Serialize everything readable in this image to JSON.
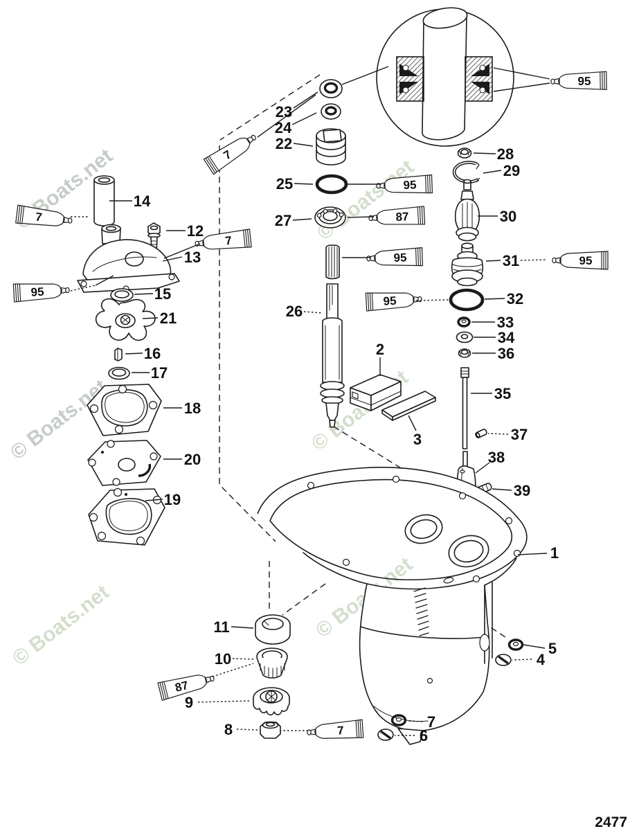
{
  "diagram": {
    "watermark_text": "© Boats.net",
    "page_number": "2477",
    "part_labels": {
      "p1": "1",
      "p2": "2",
      "p3": "3",
      "p4": "4",
      "p5": "5",
      "p6": "6",
      "p7": "7",
      "p8": "8",
      "p9": "9",
      "p10": "10",
      "p11": "11",
      "p12": "12",
      "p13": "13",
      "p14": "14",
      "p15": "15",
      "p16": "16",
      "p17": "17",
      "p18": "18",
      "p19": "19",
      "p20": "20",
      "p21": "21",
      "p22": "22",
      "p23": "23",
      "p24": "24",
      "p25": "25",
      "p26": "26",
      "p27": "27",
      "p28": "28",
      "p29": "29",
      "p30": "30",
      "p31": "31",
      "p32": "32",
      "p33": "33",
      "p34": "34",
      "p35": "35",
      "p36": "36",
      "p37": "37",
      "p38": "38",
      "p39": "39"
    },
    "lubricant_tube_labels": {
      "detail_circle": "95",
      "top_left": "7",
      "left_upper": "7",
      "left_mid": "95",
      "right_of_13": "7",
      "near_25": "95",
      "near_27": "87",
      "near_26": "95",
      "near_32": "95",
      "right_of_31": "95",
      "bottom_left": "87",
      "bottom_mid": "7"
    }
  },
  "colors": {
    "ink": "#1a1a1a",
    "background": "#ffffff",
    "watermark_gray": "#c6cdc6",
    "watermark_green": "#d3dfcd"
  }
}
